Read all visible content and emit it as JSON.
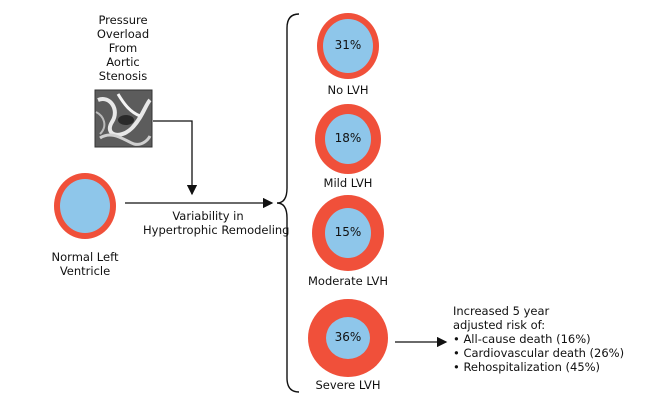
{
  "pressure_overload": {
    "lines": [
      "Pressure",
      "Overload",
      "From",
      "Aortic",
      "Stenosis"
    ]
  },
  "normal_ventricle": {
    "lines": [
      "Normal Left",
      "Ventricle"
    ]
  },
  "variability": {
    "lines": [
      "Variability in",
      "Hypertrophic Remodeling"
    ]
  },
  "groups": [
    {
      "label": "No LVH",
      "percent": "31%"
    },
    {
      "label": "Mild LVH",
      "percent": "18%"
    },
    {
      "label": "Moderate LVH",
      "percent": "15%"
    },
    {
      "label": "Severe LVH",
      "percent": "36%"
    }
  ],
  "risk": {
    "heading_lines": [
      "Increased 5 year",
      "adjusted risk of:"
    ],
    "items": [
      "• All-cause death (16%)",
      "• Cardiovascular death (26%)",
      "• Rehospitalization (45%)"
    ]
  },
  "colors": {
    "wall": "#f0503a",
    "cavity": "#8ec6ea",
    "line": "#111111"
  },
  "icons": {
    "echo_image": "echocardiogram-image"
  }
}
